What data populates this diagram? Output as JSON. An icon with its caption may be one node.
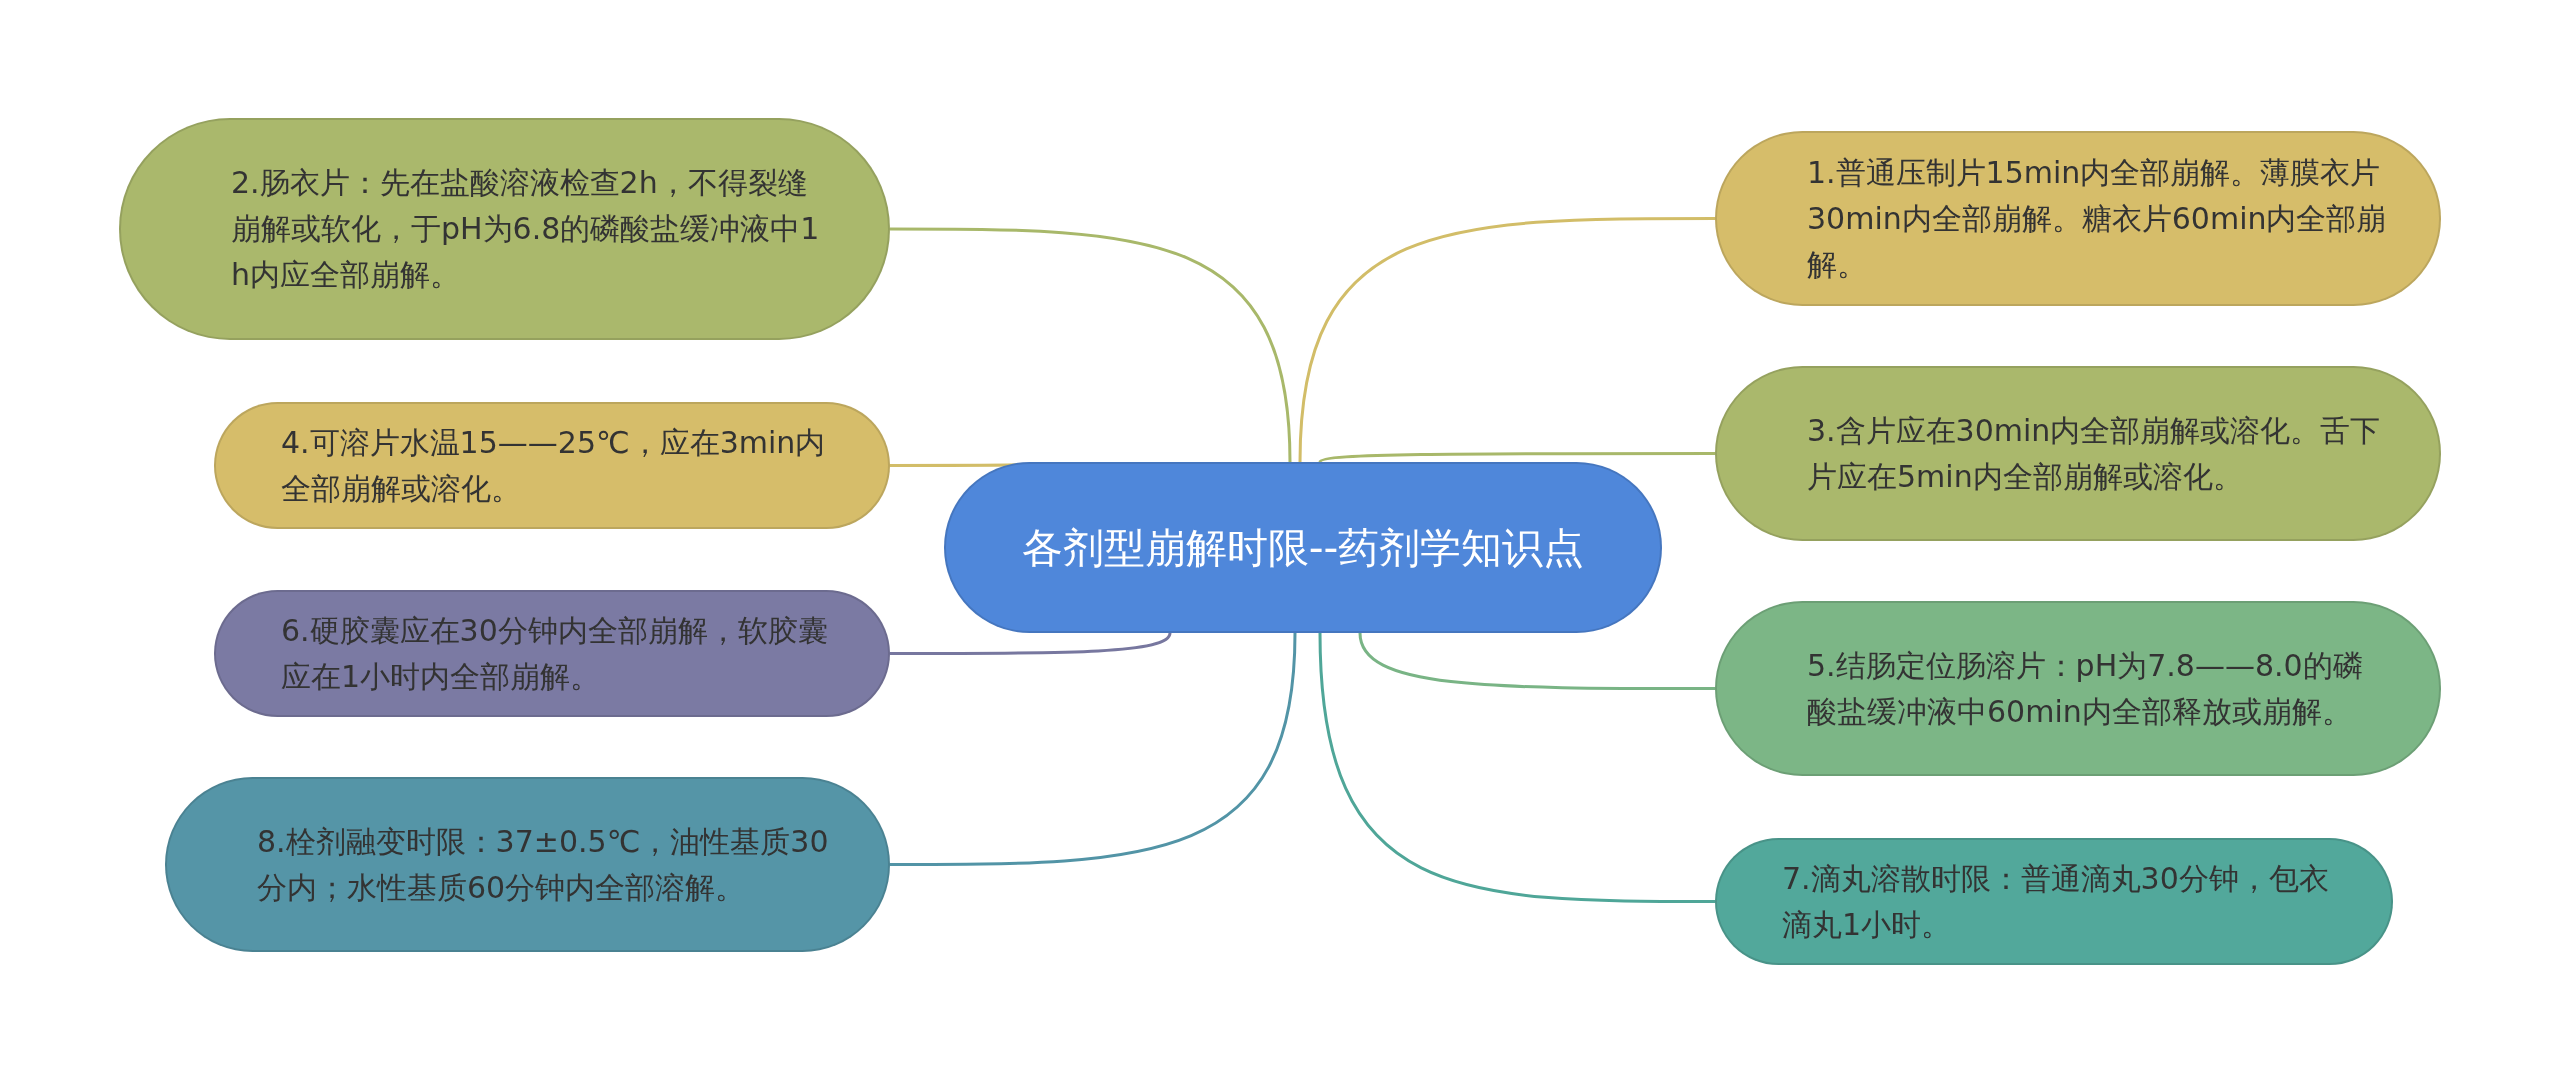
{
  "diagram": {
    "nodes": [
      {
        "text": [
          "各剂型崩解时限--药剂学知识点"
        ]
      },
      {
        "text": [
          "1.普通压制片15min内全部崩解。薄膜衣片30min内全部崩解。糖衣片60min内全部崩解。"
        ]
      },
      {
        "text": [
          "2.肠衣片：先在盐酸溶液检查2h，不得裂缝崩解或软化，于pH为6.8的磷酸盐缓冲液中1h内应全部崩解。"
        ]
      },
      {
        "text": [
          "3.含片应在30min内全部崩解或溶化。舌下片应在5min内全部崩解或溶化。"
        ]
      },
      {
        "text": [
          "4.可溶片水温15——25℃，应在3min内全部崩解或溶化。"
        ]
      },
      {
        "text": [
          "5.结肠定位肠溶片：pH为7.8——8.0的磷酸盐缓冲液中60min内全部释放或崩解。"
        ]
      },
      {
        "text": [
          "6.硬胶囊应在30分钟内全部崩解，软胶囊应在1小时内全部崩解。"
        ]
      },
      {
        "text": [
          "7.滴丸溶散时限：普通滴丸30分钟，包衣滴丸1小时。"
        ]
      },
      {
        "text": [
          "8.栓剂融变时限：37±0.5℃，油性基质30分内；水性基质60分钟内全部溶解。"
        ]
      }
    ],
    "edges": [
      {
        "from": 0,
        "to": 1,
        "arrow": "none",
        "color": "#d2bd68"
      },
      {
        "from": 0,
        "to": 2,
        "arrow": "none",
        "color": "#a8b86a"
      },
      {
        "from": 0,
        "to": 3,
        "arrow": "none",
        "color": "#a8b86a"
      },
      {
        "from": 0,
        "to": 4,
        "arrow": "none",
        "color": "#d2bd68"
      },
      {
        "from": 0,
        "to": 5,
        "arrow": "none",
        "color": "#79b485"
      },
      {
        "from": 0,
        "to": 6,
        "arrow": "none",
        "color": "#77779f"
      },
      {
        "from": 0,
        "to": 7,
        "arrow": "none",
        "color": "#4fa698"
      },
      {
        "from": 0,
        "to": 8,
        "arrow": "none",
        "color": "#5294a6"
      }
    ]
  }
}
